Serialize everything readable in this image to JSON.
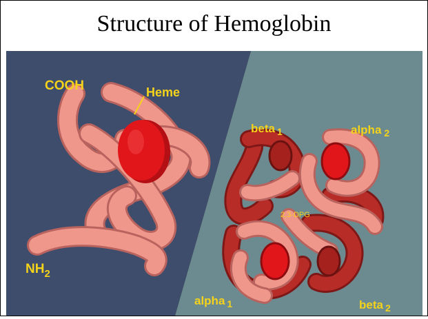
{
  "title": "Structure of Hemoglobin",
  "colors": {
    "left_panel": "#3e4d6c",
    "right_panel": "#6b8b91",
    "label": "#f5d31a",
    "pink_chain": "#f0978c",
    "red_chain": "#b82c28",
    "heme": "#e0161b"
  },
  "monomer": {
    "cooh_label": "COOH",
    "heme_label": "Heme",
    "nh_label": "NH",
    "nh_sub": "2"
  },
  "tetramer": {
    "beta1": {
      "label": "beta",
      "sub": "1"
    },
    "alpha2": {
      "label": "alpha",
      "sub": "2"
    },
    "dpg_label": "2,3-DPG",
    "alpha1": {
      "label": "alpha",
      "sub": "1"
    },
    "beta2": {
      "label": "beta",
      "sub": "2"
    }
  }
}
